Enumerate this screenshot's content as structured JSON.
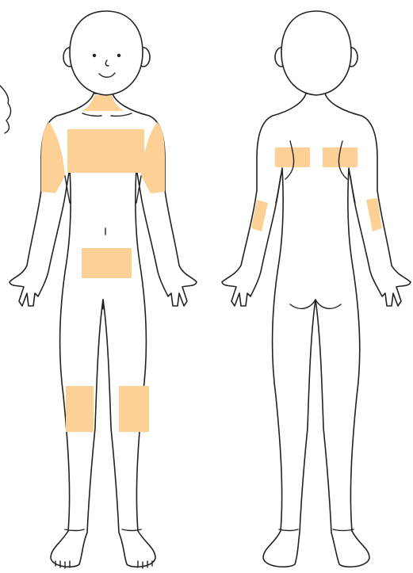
{
  "figure": {
    "highlight_color": "#fdd195",
    "outline_color": "#222222",
    "background_color": "#ffffff",
    "views": [
      {
        "name": "front-view",
        "highlighted_regions": [
          "neck-base",
          "right-shoulder-deltoid",
          "left-shoulder-deltoid",
          "upper-chest",
          "lower-abdomen",
          "right-thigh",
          "left-thigh"
        ]
      },
      {
        "name": "back-view",
        "highlighted_regions": [
          "right-upper-back",
          "left-upper-back",
          "right-upper-arm-back",
          "left-upper-arm-back"
        ]
      }
    ]
  }
}
